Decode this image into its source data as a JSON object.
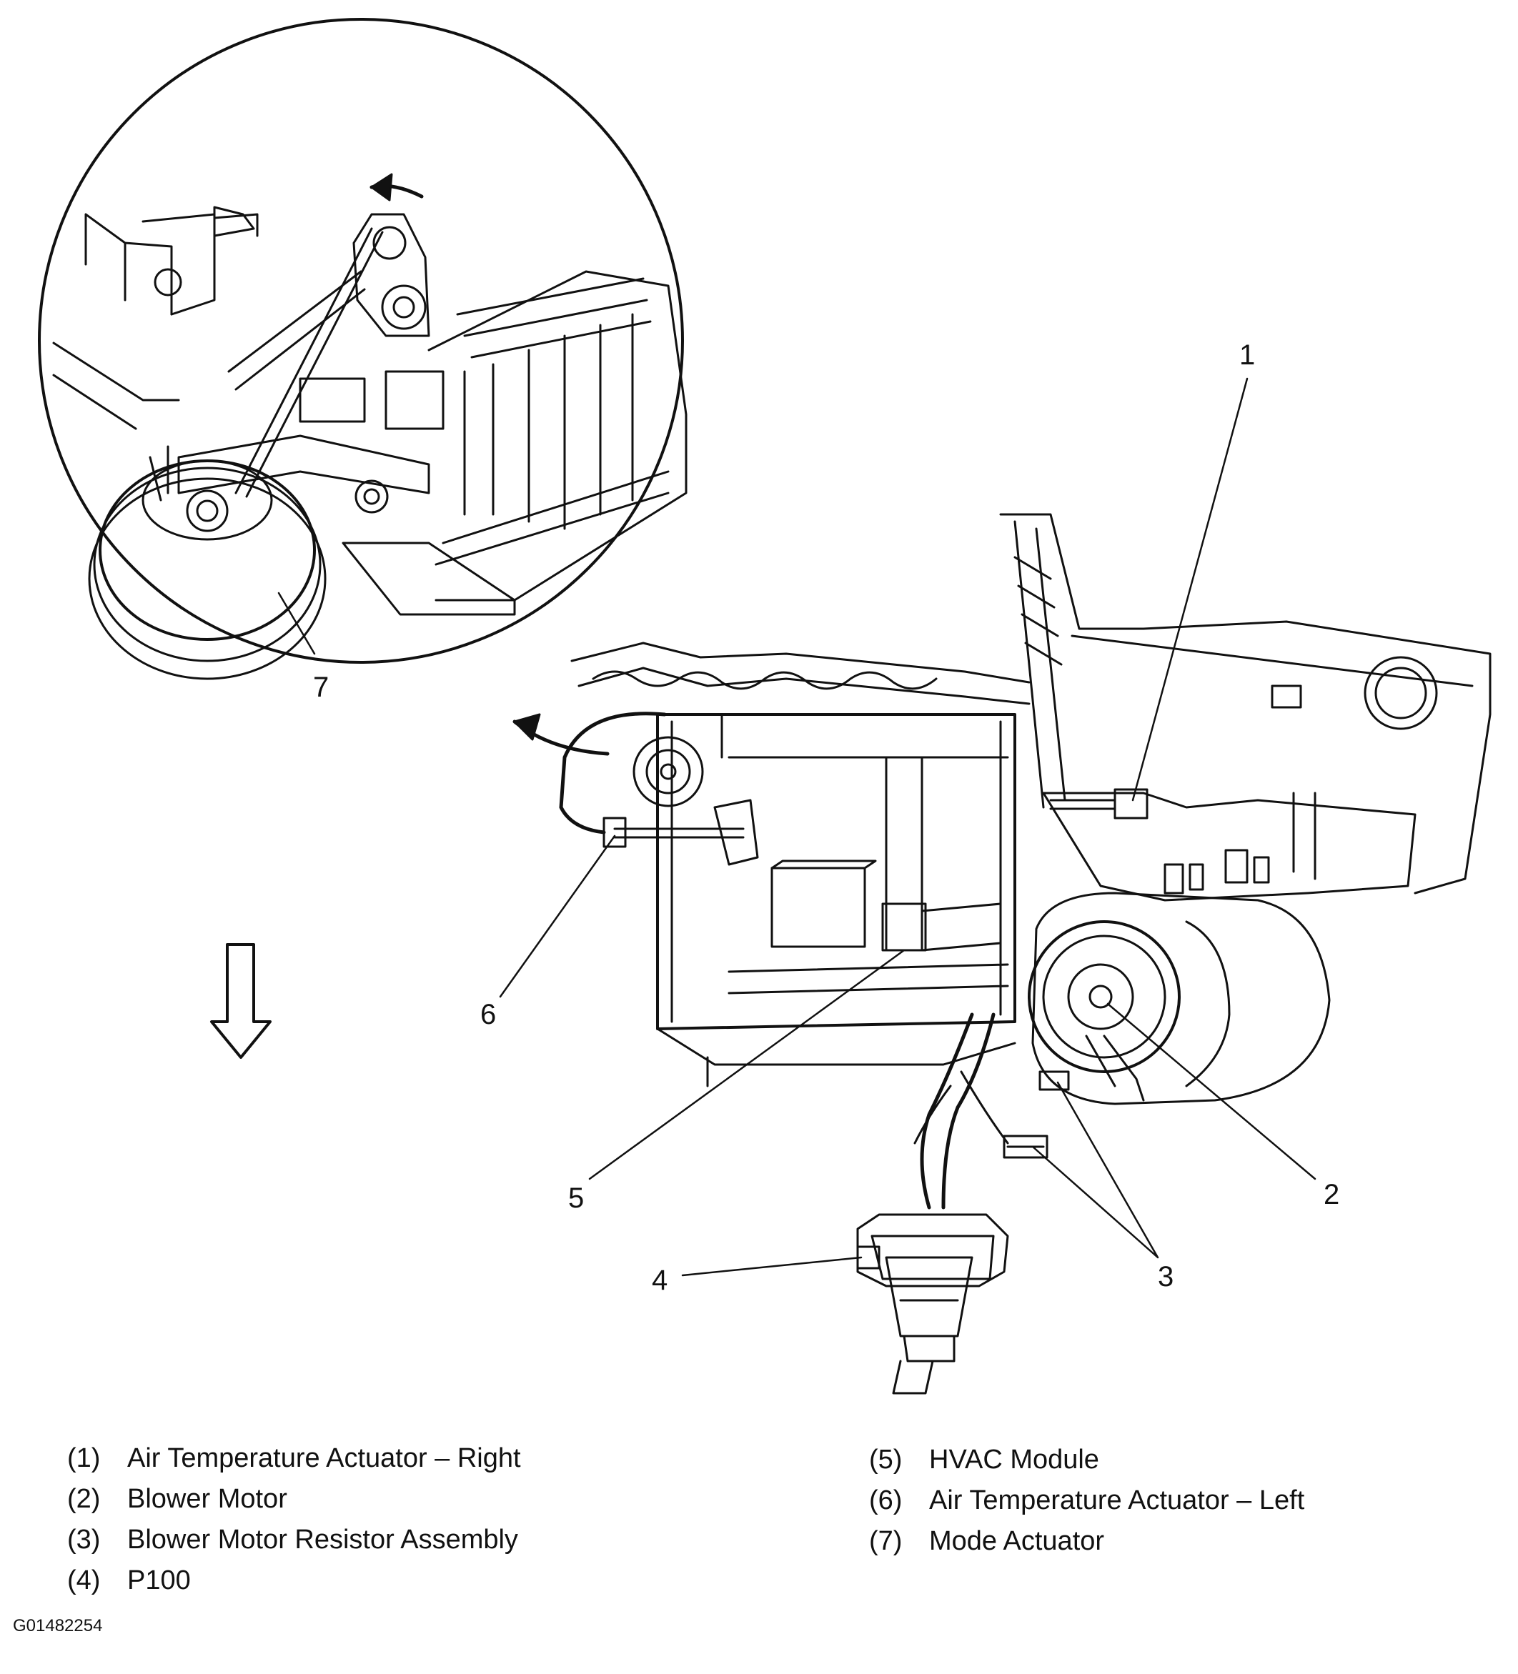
{
  "callouts": {
    "c1": "1",
    "c2": "2",
    "c3": "3",
    "c4": "4",
    "c5": "5",
    "c6": "6",
    "c7": "7"
  },
  "legend": [
    {
      "num": "(1)",
      "label": "Air Temperature Actuator – Right"
    },
    {
      "num": "(2)",
      "label": "Blower Motor"
    },
    {
      "num": "(3)",
      "label": "Blower Motor Resistor Assembly"
    },
    {
      "num": "(4)",
      "label": "P100"
    },
    {
      "num": "(5)",
      "label": "HVAC Module"
    },
    {
      "num": "(6)",
      "label": "Air Temperature Actuator – Left"
    },
    {
      "num": "(7)",
      "label": "Mode Actuator"
    }
  ],
  "figure_id": "G01482254",
  "icons": [
    "front-direction-arrow-icon",
    "rotation-arrow-icon"
  ]
}
